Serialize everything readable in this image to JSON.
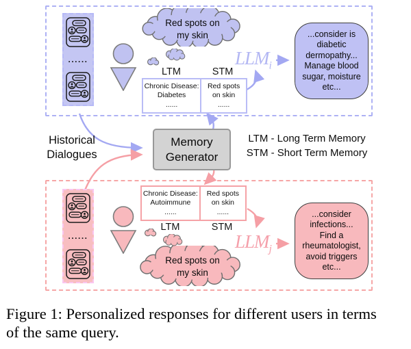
{
  "caption": "Figure 1: Personalized responses for different users in terms\nof the same query.",
  "center": {
    "historical_dialogues": "Historical\nDialogues",
    "memory_generator": "Memory\nGenerator",
    "legend": "LTM - Long Term Memory\nSTM - Short Term Memory"
  },
  "user_i": {
    "dialog_dots": "......",
    "query": "Red spots on\nmy skin",
    "ltm_label": "LTM",
    "stm_label": "STM",
    "ltm_content": "Chronic Disease:\nDiabetes\n......",
    "stm_content": "Red spots\non skin\n......",
    "llm_label": "LLM",
    "llm_sub": "i",
    "response": "...consider is\ndiabetic\ndermopathy...\nManage blood\nsugar, moisture\netc..."
  },
  "user_j": {
    "dialog_dots": "......",
    "query": "Red spots on\nmy skin",
    "ltm_label": "LTM",
    "stm_label": "STM",
    "ltm_content": "Chronic Disease:\nAutoimmune\n......",
    "stm_content": "Red spots\non skin\n......",
    "llm_label": "LLM",
    "llm_sub": "j",
    "response": "...consider\ninfections...\nFind a\nrheumatologist,\navoid triggers\netc..."
  },
  "colors": {
    "purple_fill": "#c0c2f1",
    "purple_border": "#adb1f4",
    "purple_arrow": "#a3a8f2",
    "pink_fill": "#f8b9bd",
    "pink_border": "#f6a6a6",
    "pink_arrow": "#f59fa5",
    "memory_box_fill": "#d3d3d3"
  }
}
